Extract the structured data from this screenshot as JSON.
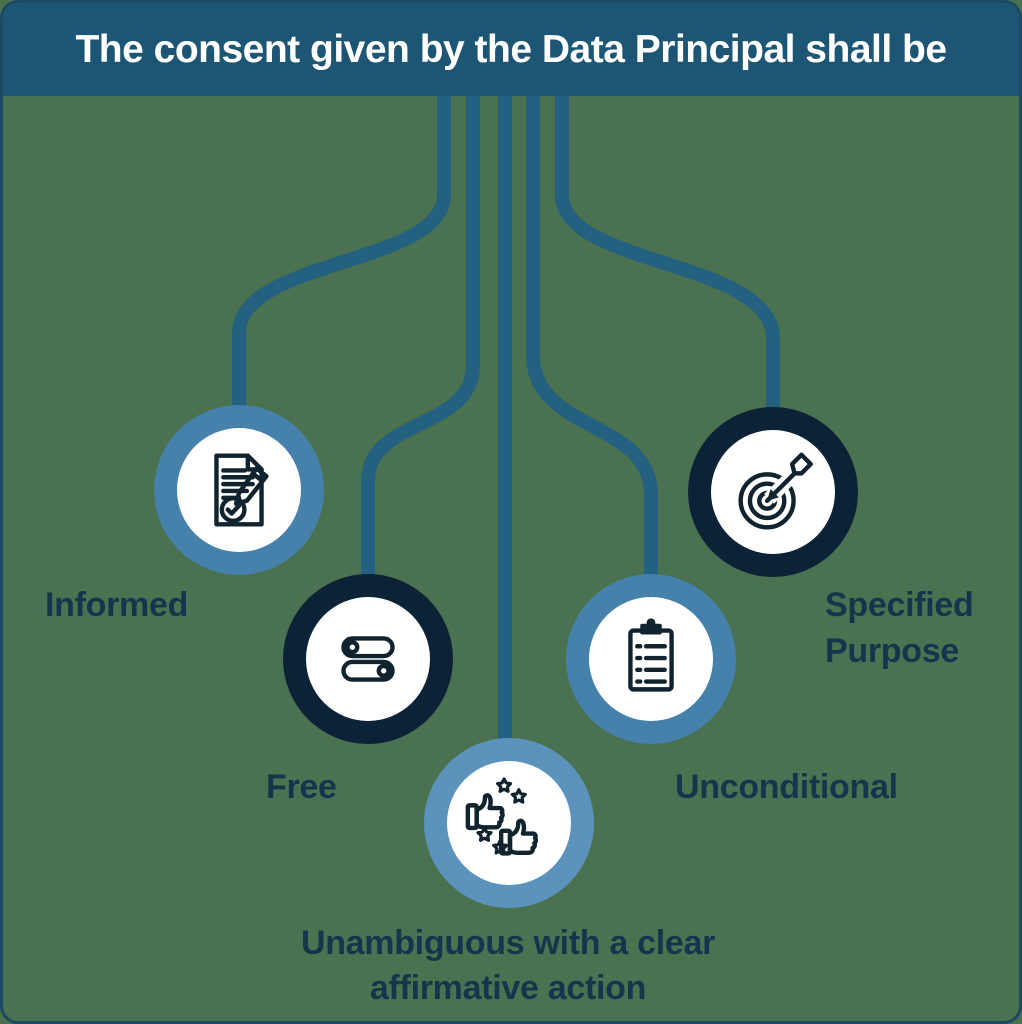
{
  "header": {
    "title": "The consent given by the Data Principal shall be"
  },
  "diagram": {
    "type": "branch-infographic",
    "description_root": "consent attributes branching from header",
    "nodes": [
      {
        "id": "informed",
        "label": "Informed",
        "icon": "document-check-pencil-icon",
        "ring": "#4681ac"
      },
      {
        "id": "free",
        "label": "Free",
        "icon": "toggle-switches-icon",
        "ring": "#0c2337"
      },
      {
        "id": "unambiguous",
        "label": "Unambiguous with a clear affirmative action",
        "label_lines": {
          "0": "Unambiguous with a clear",
          "1": "affirmative action"
        },
        "icon": "thumbs-up-stars-icon",
        "ring": "#5b93bd"
      },
      {
        "id": "unconditional",
        "label": "Unconditional",
        "icon": "clipboard-checklist-icon",
        "ring": "#4681ac"
      },
      {
        "id": "specified",
        "label": "Specified Purpose",
        "label_lines": {
          "0": "Specified",
          "1": "Purpose"
        },
        "icon": "target-arrow-icon",
        "ring": "#0c2337"
      }
    ]
  },
  "colors": {
    "background": "#4a7150",
    "header_bg": "#1d5674",
    "header_text": "#ffffff",
    "connector": "#24607f",
    "dark_ring": "#0c2337",
    "medium_ring": "#4681ac",
    "light_ring": "#5b93bd",
    "label_text": "#14364d",
    "icon_stroke": "#10232f",
    "circle_fill": "#ffffff",
    "border": "#1c4a63"
  }
}
